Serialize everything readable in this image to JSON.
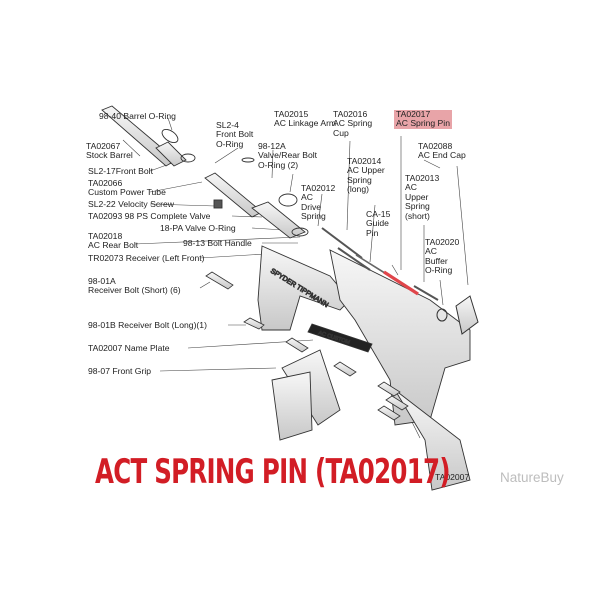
{
  "labels": {
    "barrel_oring": "98-40 Barrel O-Ring",
    "front_bolt_oring": "SL2-4\nFront Bolt\nO-Ring",
    "stock_barrel": "TA02067\nStock Barrel",
    "front_bolt": "SL2-17Front Bolt",
    "custom_power_tube": "TA02066\nCustom Power Tube",
    "velocity_screw": "SL2-22 Velocity Screw",
    "ps_complete_valve": "TA02093 98 PS Complete Valve",
    "valve_oring": "18-PA Valve O-Ring",
    "ac_rear_bolt": "TA02018\nAC Rear Bolt",
    "bolt_handle": "98-13 Bolt Handle",
    "receiver_left_front": "TR02073 Receiver (Left Front)",
    "receiver_bolt_short": "98-01A\nReceiver Bolt (Short) (6)",
    "receiver_bolt_long": "98-01B Receiver Bolt (Long)(1)",
    "name_plate": "TA02007 Name Plate",
    "front_grip": "98-07 Front Grip",
    "ac_linkage_arm": "TA02015\nAC Linkage Arm",
    "valve_rear_bolt_oring": "98-12A\nValve/Rear Bolt\nO-Ring (2)",
    "ac_drive_spring": "TA02012\nAC\nDrive\nSpring",
    "ac_spring_cup": "TA02016\nAC Spring\nCup",
    "ac_upper_spring_long": "TA02014\nAC Upper\nSpring\n(long)",
    "guide_pin": "CA-15\nGuide\nPin",
    "ac_spring_pin": "TA02017\nAC Spring Pin",
    "ac_end_cap": "TA02088\nAC End Cap",
    "ac_upper_spring_short": "TA02013\nAC\nUpper\nSpring\n(short)",
    "ac_buffer_oring": "TA02020\nAC\nBuffer\nO-Ring",
    "grip_part": "TA02007"
  },
  "part_markings": {
    "receiver_text": "SPYDER TIPPMANN",
    "name_plate_text": "AC CUSTOM"
  },
  "caption": {
    "text": "ACT SPRING PIN (TA02017)",
    "color": "#d21d25"
  },
  "watermark": "NatureBuy",
  "colors": {
    "highlight": "#e8a4a8",
    "part_fill": "#e6e6e6",
    "part_stroke": "#333333",
    "spring_pin": "#e0454a"
  }
}
